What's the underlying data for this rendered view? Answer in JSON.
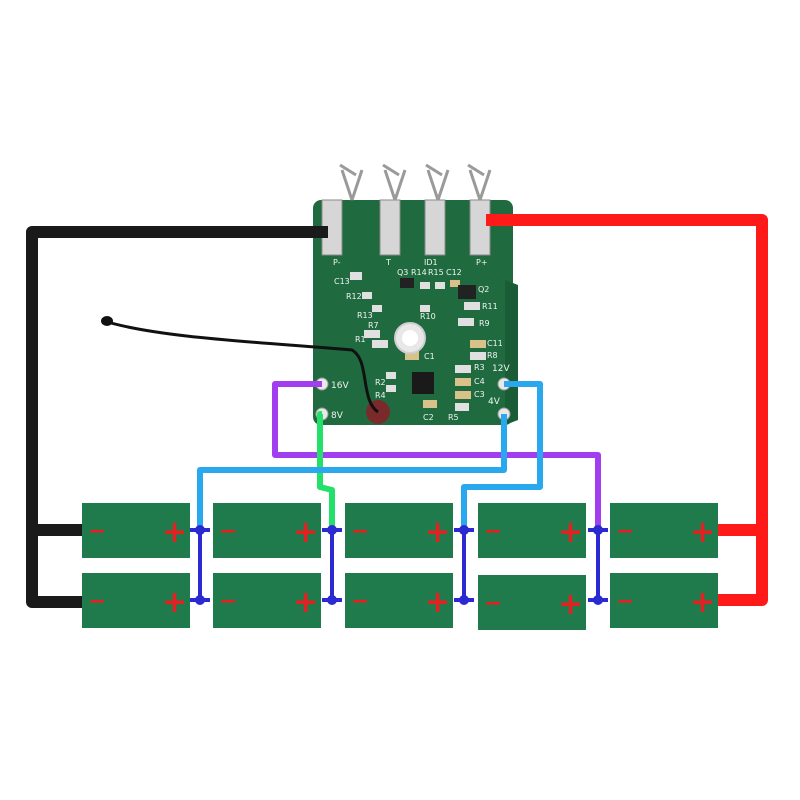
{
  "colors": {
    "negative_wire": "#1a1a1a",
    "positive_wire": "#ff1a1a",
    "tap_purple": "#a13ff0",
    "tap_blue": "#2aa8ee",
    "tap_green": "#22e06a",
    "series_link": "#2a2ad0",
    "cell_green": "#1f7a4c",
    "pcb_green": "#1f6b3f",
    "sign_red": "#e62020"
  },
  "bms_board": {
    "connector_labels": [
      "P-",
      "T",
      "ID1",
      "P+"
    ],
    "tap_pad_labels": {
      "top_left": "16V",
      "bottom_left": "8V",
      "top_right": "12V",
      "bottom_right": "4V"
    },
    "component_labels": [
      "Q3",
      "R14",
      "R15",
      "C12",
      "C13",
      "R12",
      "Q2",
      "R11",
      "R13",
      "R10",
      "R9",
      "R7",
      "R1",
      "C11",
      "R8",
      "C1",
      "R2",
      "R4",
      "R3",
      "C4",
      "C3",
      "C2",
      "R5"
    ]
  },
  "cells": {
    "negative_sign": "−",
    "positive_sign": "+",
    "rows": 2,
    "groups": 5
  }
}
